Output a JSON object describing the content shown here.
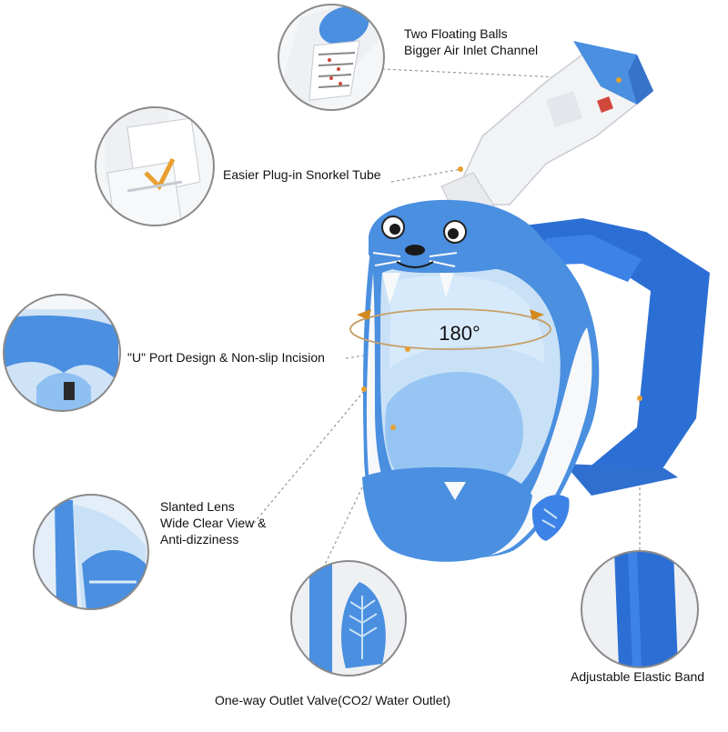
{
  "colors": {
    "mask_blue": "#4a8fe0",
    "mask_light_blue": "#8ec0f2",
    "lens_blue": "#c9e1f7",
    "band_blue": "#2c6fd4",
    "white": "#f7f8fa",
    "callout_dot": "#e8a030",
    "leader_line": "#9a9a9a"
  },
  "callouts": {
    "floating_balls": {
      "lines": [
        "Two Floating Balls",
        "Bigger Air Inlet Channel"
      ]
    },
    "snorkel_tube": {
      "lines": [
        "Easier Plug-in Snorkel Tube"
      ]
    },
    "u_port": {
      "lines": [
        "\"U\" Port Design & Non-slip Incision"
      ]
    },
    "slanted_lens": {
      "lines": [
        "Slanted Lens",
        "Wide Clear View &",
        "Anti-dizziness"
      ]
    },
    "outlet_valve": {
      "lines": [
        "One-way Outlet Valve(CO2/ Water Outlet)"
      ]
    },
    "elastic_band": {
      "lines": [
        "Adjustable Elastic Band"
      ]
    }
  },
  "view_angle": {
    "label": "180°"
  }
}
